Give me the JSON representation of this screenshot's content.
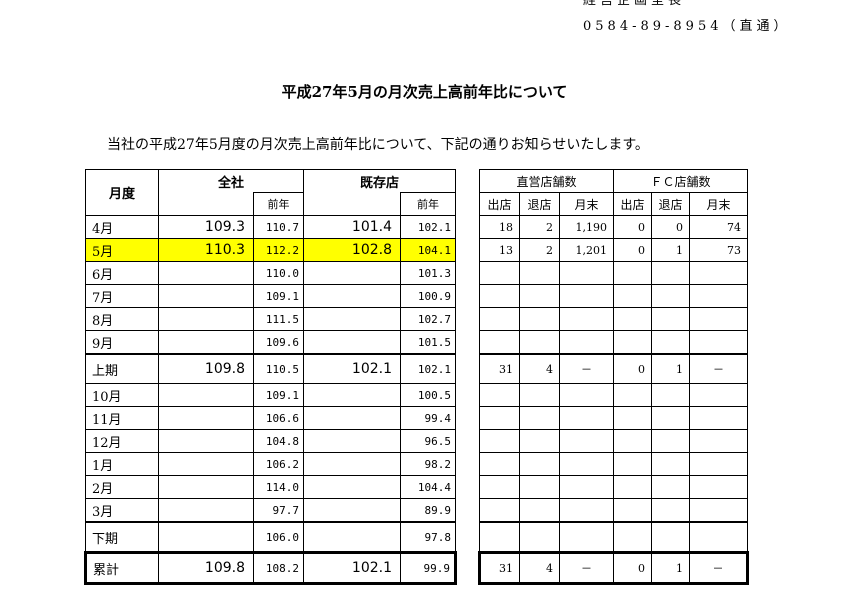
{
  "header": {
    "department": "経営企画室長",
    "tel": "0584-89-8954（直通）"
  },
  "title": "平成27年5月の月次売上高前年比について",
  "intro": "当社の平成27年5月度の月次売上高前年比について、下記の通りお知らせいたします。",
  "sales_table": {
    "month_header": "月度",
    "all_header": "全社",
    "existing_header": "既存店",
    "prev_year": "前年",
    "rows": [
      {
        "month": "4月",
        "all": "109.3",
        "all_prev": "110.7",
        "ex": "101.4",
        "ex_prev": "102.1"
      },
      {
        "month": "5月",
        "all": "110.3",
        "all_prev": "112.2",
        "ex": "102.8",
        "ex_prev": "104.1"
      },
      {
        "month": "6月",
        "all": "",
        "all_prev": "110.0",
        "ex": "",
        "ex_prev": "101.3"
      },
      {
        "month": "7月",
        "all": "",
        "all_prev": "109.1",
        "ex": "",
        "ex_prev": "100.9"
      },
      {
        "month": "8月",
        "all": "",
        "all_prev": "111.5",
        "ex": "",
        "ex_prev": "102.7"
      },
      {
        "month": "9月",
        "all": "",
        "all_prev": "109.6",
        "ex": "",
        "ex_prev": "101.5"
      },
      {
        "month": "上期",
        "all": "109.8",
        "all_prev": "110.5",
        "ex": "102.1",
        "ex_prev": "102.1"
      },
      {
        "month": "10月",
        "all": "",
        "all_prev": "109.1",
        "ex": "",
        "ex_prev": "100.5"
      },
      {
        "month": "11月",
        "all": "",
        "all_prev": "106.6",
        "ex": "",
        "ex_prev": "99.4"
      },
      {
        "month": "12月",
        "all": "",
        "all_prev": "104.8",
        "ex": "",
        "ex_prev": "96.5"
      },
      {
        "month": "1月",
        "all": "",
        "all_prev": "106.2",
        "ex": "",
        "ex_prev": "98.2"
      },
      {
        "month": "2月",
        "all": "",
        "all_prev": "114.0",
        "ex": "",
        "ex_prev": "104.4"
      },
      {
        "month": "3月",
        "all": "",
        "all_prev": "97.7",
        "ex": "",
        "ex_prev": "89.9"
      },
      {
        "month": "下期",
        "all": "",
        "all_prev": "106.0",
        "ex": "",
        "ex_prev": "97.8"
      },
      {
        "month": "累計",
        "all": "109.8",
        "all_prev": "108.2",
        "ex": "102.1",
        "ex_prev": "99.9"
      }
    ]
  },
  "store_table": {
    "direct_header": "直営店舗数",
    "fc_header": "ＦＣ店舗数",
    "open": "出店",
    "close": "退店",
    "month_end": "月末",
    "rows": [
      {
        "d_open": "18",
        "d_close": "2",
        "d_end": "1,190",
        "f_open": "0",
        "f_close": "0",
        "f_end": "74"
      },
      {
        "d_open": "13",
        "d_close": "2",
        "d_end": "1,201",
        "f_open": "0",
        "f_close": "1",
        "f_end": "73"
      },
      {
        "d_open": "",
        "d_close": "",
        "d_end": "",
        "f_open": "",
        "f_close": "",
        "f_end": ""
      },
      {
        "d_open": "",
        "d_close": "",
        "d_end": "",
        "f_open": "",
        "f_close": "",
        "f_end": ""
      },
      {
        "d_open": "",
        "d_close": "",
        "d_end": "",
        "f_open": "",
        "f_close": "",
        "f_end": ""
      },
      {
        "d_open": "",
        "d_close": "",
        "d_end": "",
        "f_open": "",
        "f_close": "",
        "f_end": ""
      },
      {
        "d_open": "31",
        "d_close": "4",
        "d_end": "－",
        "f_open": "0",
        "f_close": "1",
        "f_end": "－"
      },
      {
        "d_open": "",
        "d_close": "",
        "d_end": "",
        "f_open": "",
        "f_close": "",
        "f_end": ""
      },
      {
        "d_open": "",
        "d_close": "",
        "d_end": "",
        "f_open": "",
        "f_close": "",
        "f_end": ""
      },
      {
        "d_open": "",
        "d_close": "",
        "d_end": "",
        "f_open": "",
        "f_close": "",
        "f_end": ""
      },
      {
        "d_open": "",
        "d_close": "",
        "d_end": "",
        "f_open": "",
        "f_close": "",
        "f_end": ""
      },
      {
        "d_open": "",
        "d_close": "",
        "d_end": "",
        "f_open": "",
        "f_close": "",
        "f_end": ""
      },
      {
        "d_open": "",
        "d_close": "",
        "d_end": "",
        "f_open": "",
        "f_close": "",
        "f_end": ""
      },
      {
        "d_open": "",
        "d_close": "",
        "d_end": "",
        "f_open": "",
        "f_close": "",
        "f_end": ""
      },
      {
        "d_open": "31",
        "d_close": "4",
        "d_end": "－",
        "f_open": "0",
        "f_close": "1",
        "f_end": "－"
      }
    ]
  },
  "colors": {
    "highlight": "#ffff00",
    "text": "#000000",
    "border": "#000000"
  }
}
